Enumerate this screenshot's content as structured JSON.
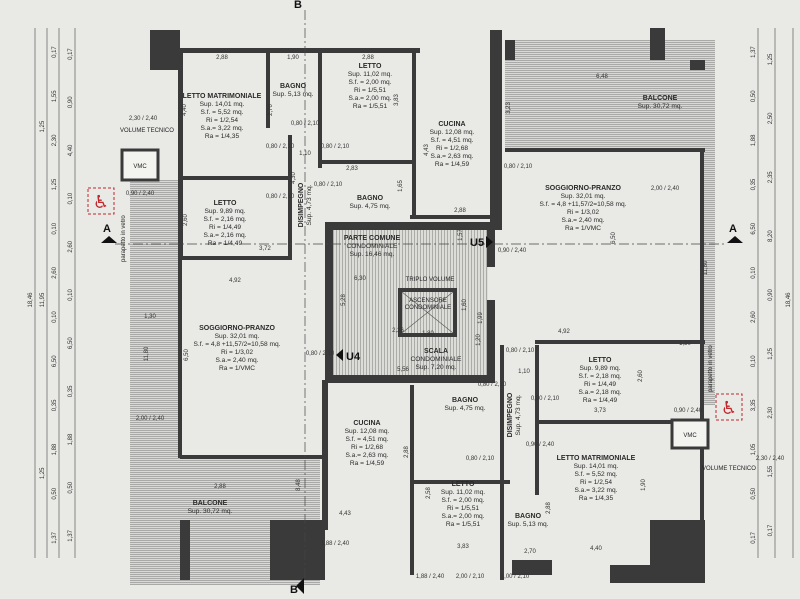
{
  "section_markers": {
    "a": "A",
    "b": "B",
    "u4": "U4",
    "u5": "U5"
  },
  "colors": {
    "wall": "#3a3a3a",
    "paper": "#e9e9e6",
    "accessibility": "#c0282d"
  },
  "labels": {
    "volume_tecnico_left": "VOLUME TECNICO",
    "volume_tecnico_right": "VOLUME TECNICO",
    "vmc_left": "VMC",
    "vmc_right": "VMC",
    "parapetto_left": "parapetto in vetro",
    "parapetto_right": "parapetto in vetro",
    "triplo_volume": "TRIPLO VOLUME",
    "ascensore": [
      "ASCENSORE",
      "CONDOMINIALE"
    ]
  },
  "rooms": [
    {
      "lines": [
        "LETTO MATRIMONIALE",
        "Sup. 14,01 mq.",
        "S.f. = 5,52 mq.",
        "Ri = 1/2,54",
        "S.a.= 3,22 mq.",
        "Ra = 1/4,35"
      ]
    },
    {
      "lines": [
        "BAGNO",
        "Sup. 5,13 mq."
      ]
    },
    {
      "lines": [
        "LETTO",
        "Sup. 11,02 mq.",
        "S.f. = 2,00 mq.",
        "Ri = 1/5,51",
        "S.a.= 2,00 mq.",
        "Ra = 1/5,51"
      ]
    },
    {
      "lines": [
        "LETTO",
        "Sup. 9,89 mq.",
        "S.f. = 2,16 mq.",
        "Ri = 1/4,49",
        "S.a.= 2,16 mq.",
        "Ra = 1/4,49"
      ]
    },
    {
      "lines": [
        "BAGNO",
        "Sup. 4,75 mq."
      ]
    },
    {
      "lines": [
        "CUCINA",
        "Sup. 12,08 mq.",
        "S.f. = 4,51 mq.",
        "Ri = 1/2,68",
        "S.a.= 2,63 mq.",
        "Ra = 1/4,59"
      ]
    },
    {
      "lines": [
        "BALCONE",
        "Sup. 30,72 mq."
      ]
    },
    {
      "lines": [
        "SOGGIORNO-PRANZO",
        "Sup. 32,01 mq.",
        "S.f. = 4,8 +11,57/2=10,58 mq.",
        "Ri = 1/3,02",
        "S.a.= 2,40 mq.",
        "Ra = 1/VMC"
      ]
    },
    {
      "lines": [
        "PARTE COMUNE",
        "CONDOMINIALE",
        "Sup. 16,46 mq."
      ]
    },
    {
      "lines": [
        "SCALA",
        "CONDOMINIALE",
        "Sup. 7,20 mq."
      ]
    },
    {
      "lines": [
        "SOGGIORNO-PRANZO",
        "Sup. 32,01 mq.",
        "S.f. = 4,8 +11,57/2=10,58 mq.",
        "Ri = 1/3,02",
        "S.a.= 2,40 mq.",
        "Ra = 1/VMC"
      ]
    },
    {
      "lines": [
        "CUCINA",
        "Sup. 12,08 mq.",
        "S.f. = 4,51 mq.",
        "Ri = 1/2,68",
        "S.a.= 2,63 mq.",
        "Ra = 1/4,59"
      ]
    },
    {
      "lines": [
        "BAGNO",
        "Sup. 4,75 mq."
      ]
    },
    {
      "lines": [
        "LETTO",
        "Sup. 9,89 mq.",
        "S.f. = 2,18 mq.",
        "Ri = 1/4,49",
        "S.a.= 2,18 mq.",
        "Ra = 1/4,49"
      ]
    },
    {
      "lines": [
        "LETTO MATRIMONIALE",
        "Sup. 14,01 mq.",
        "S.f. = 5,52 mq.",
        "Ri = 1/2,54",
        "S.a.= 3,22 mq.",
        "Ra = 1/4,35"
      ]
    },
    {
      "lines": [
        "LETTO",
        "Sup. 11,02 mq.",
        "S.f. = 2,00 mq.",
        "Ri = 1/5,51",
        "S.a.= 2,00 mq.",
        "Ra = 1/5,51"
      ]
    },
    {
      "lines": [
        "BAGNO",
        "Sup. 5,13 mq."
      ]
    },
    {
      "lines": [
        "BALCONE",
        "Sup. 30,72 mq."
      ]
    }
  ],
  "vertical_labels": [
    {
      "lines": [
        "DISIMPEGNO",
        "Sup. 4,73 mq."
      ]
    },
    {
      "lines": [
        "DISIMPEGNO",
        "Sup. 4,73 mq."
      ]
    }
  ],
  "doors": [
    "0,80 / 2,10",
    "0,80 / 2,10",
    "0,80 / 2,10",
    "0,80 / 2,10",
    "0,80 / 2,10",
    "0,90 / 2,40",
    "0,90 / 2,40",
    "0,80 / 2,10",
    "0,80 / 2,10",
    "0,80 / 2,10",
    "0,80 / 2,10",
    "0,80 / 2,10",
    "0,80 / 2,10",
    "0,90 / 2,40",
    "0,90 / 2,40",
    "2,30 / 2,40",
    "2,30 / 2,40",
    "2,00 / 2,40",
    "2,00 / 2,40",
    "1,88 / 2,40",
    "1,88 / 2,40",
    "2,00 / 2,10",
    "1,00 / 2,10"
  ],
  "room_dims": [
    "2,88",
    "1,90",
    "2,88",
    "4,40",
    "2,70",
    "3,83",
    "1,10",
    "2,83",
    "1,65",
    "4,30",
    "2,60",
    "3,72",
    "4,43",
    "2,88",
    "6,48",
    "3,23",
    "4,92",
    "6,50",
    "6,30",
    "5,28",
    "2,26",
    "1,80",
    "1,60",
    "1,99",
    "1,20",
    "5,56",
    "1,57",
    "6,50",
    "4,92",
    "1,30",
    "1,30",
    "11,80",
    "11,80",
    "1,10",
    "2,60",
    "3,73",
    "2,88",
    "4,43",
    "2,58",
    "3,83",
    "2,88",
    "2,70",
    "1,90",
    "4,40",
    "2,88",
    "8,48",
    "3,23"
  ],
  "left_dims": {
    "total": "18,46",
    "col1": [
      "1,25",
      "11,95",
      "1,25"
    ],
    "col2": [
      "0,17",
      "1,55",
      "2,30",
      "1,25",
      "0,10",
      "2,60",
      "0,10",
      "6,50",
      "0,35",
      "1,88",
      "0,50",
      "1,37"
    ],
    "col3": [
      "0,17",
      "0,90",
      "4,40",
      "0,10",
      "2,60",
      "0,10",
      "6,50",
      "0,35",
      "1,88",
      "0,50",
      "1,37"
    ]
  },
  "right_dims": {
    "total": "18,46",
    "col1": [
      "1,37",
      "0,50",
      "1,88",
      "0,35",
      "6,50",
      "0,10",
      "2,60",
      "0,10",
      "3,35",
      "1,05",
      "0,50",
      "0,17"
    ],
    "col2": [
      "1,25",
      "2,50",
      "2,35",
      "8,20",
      "0,90",
      "1,25",
      "2,30",
      "1,55",
      "0,17"
    ]
  }
}
